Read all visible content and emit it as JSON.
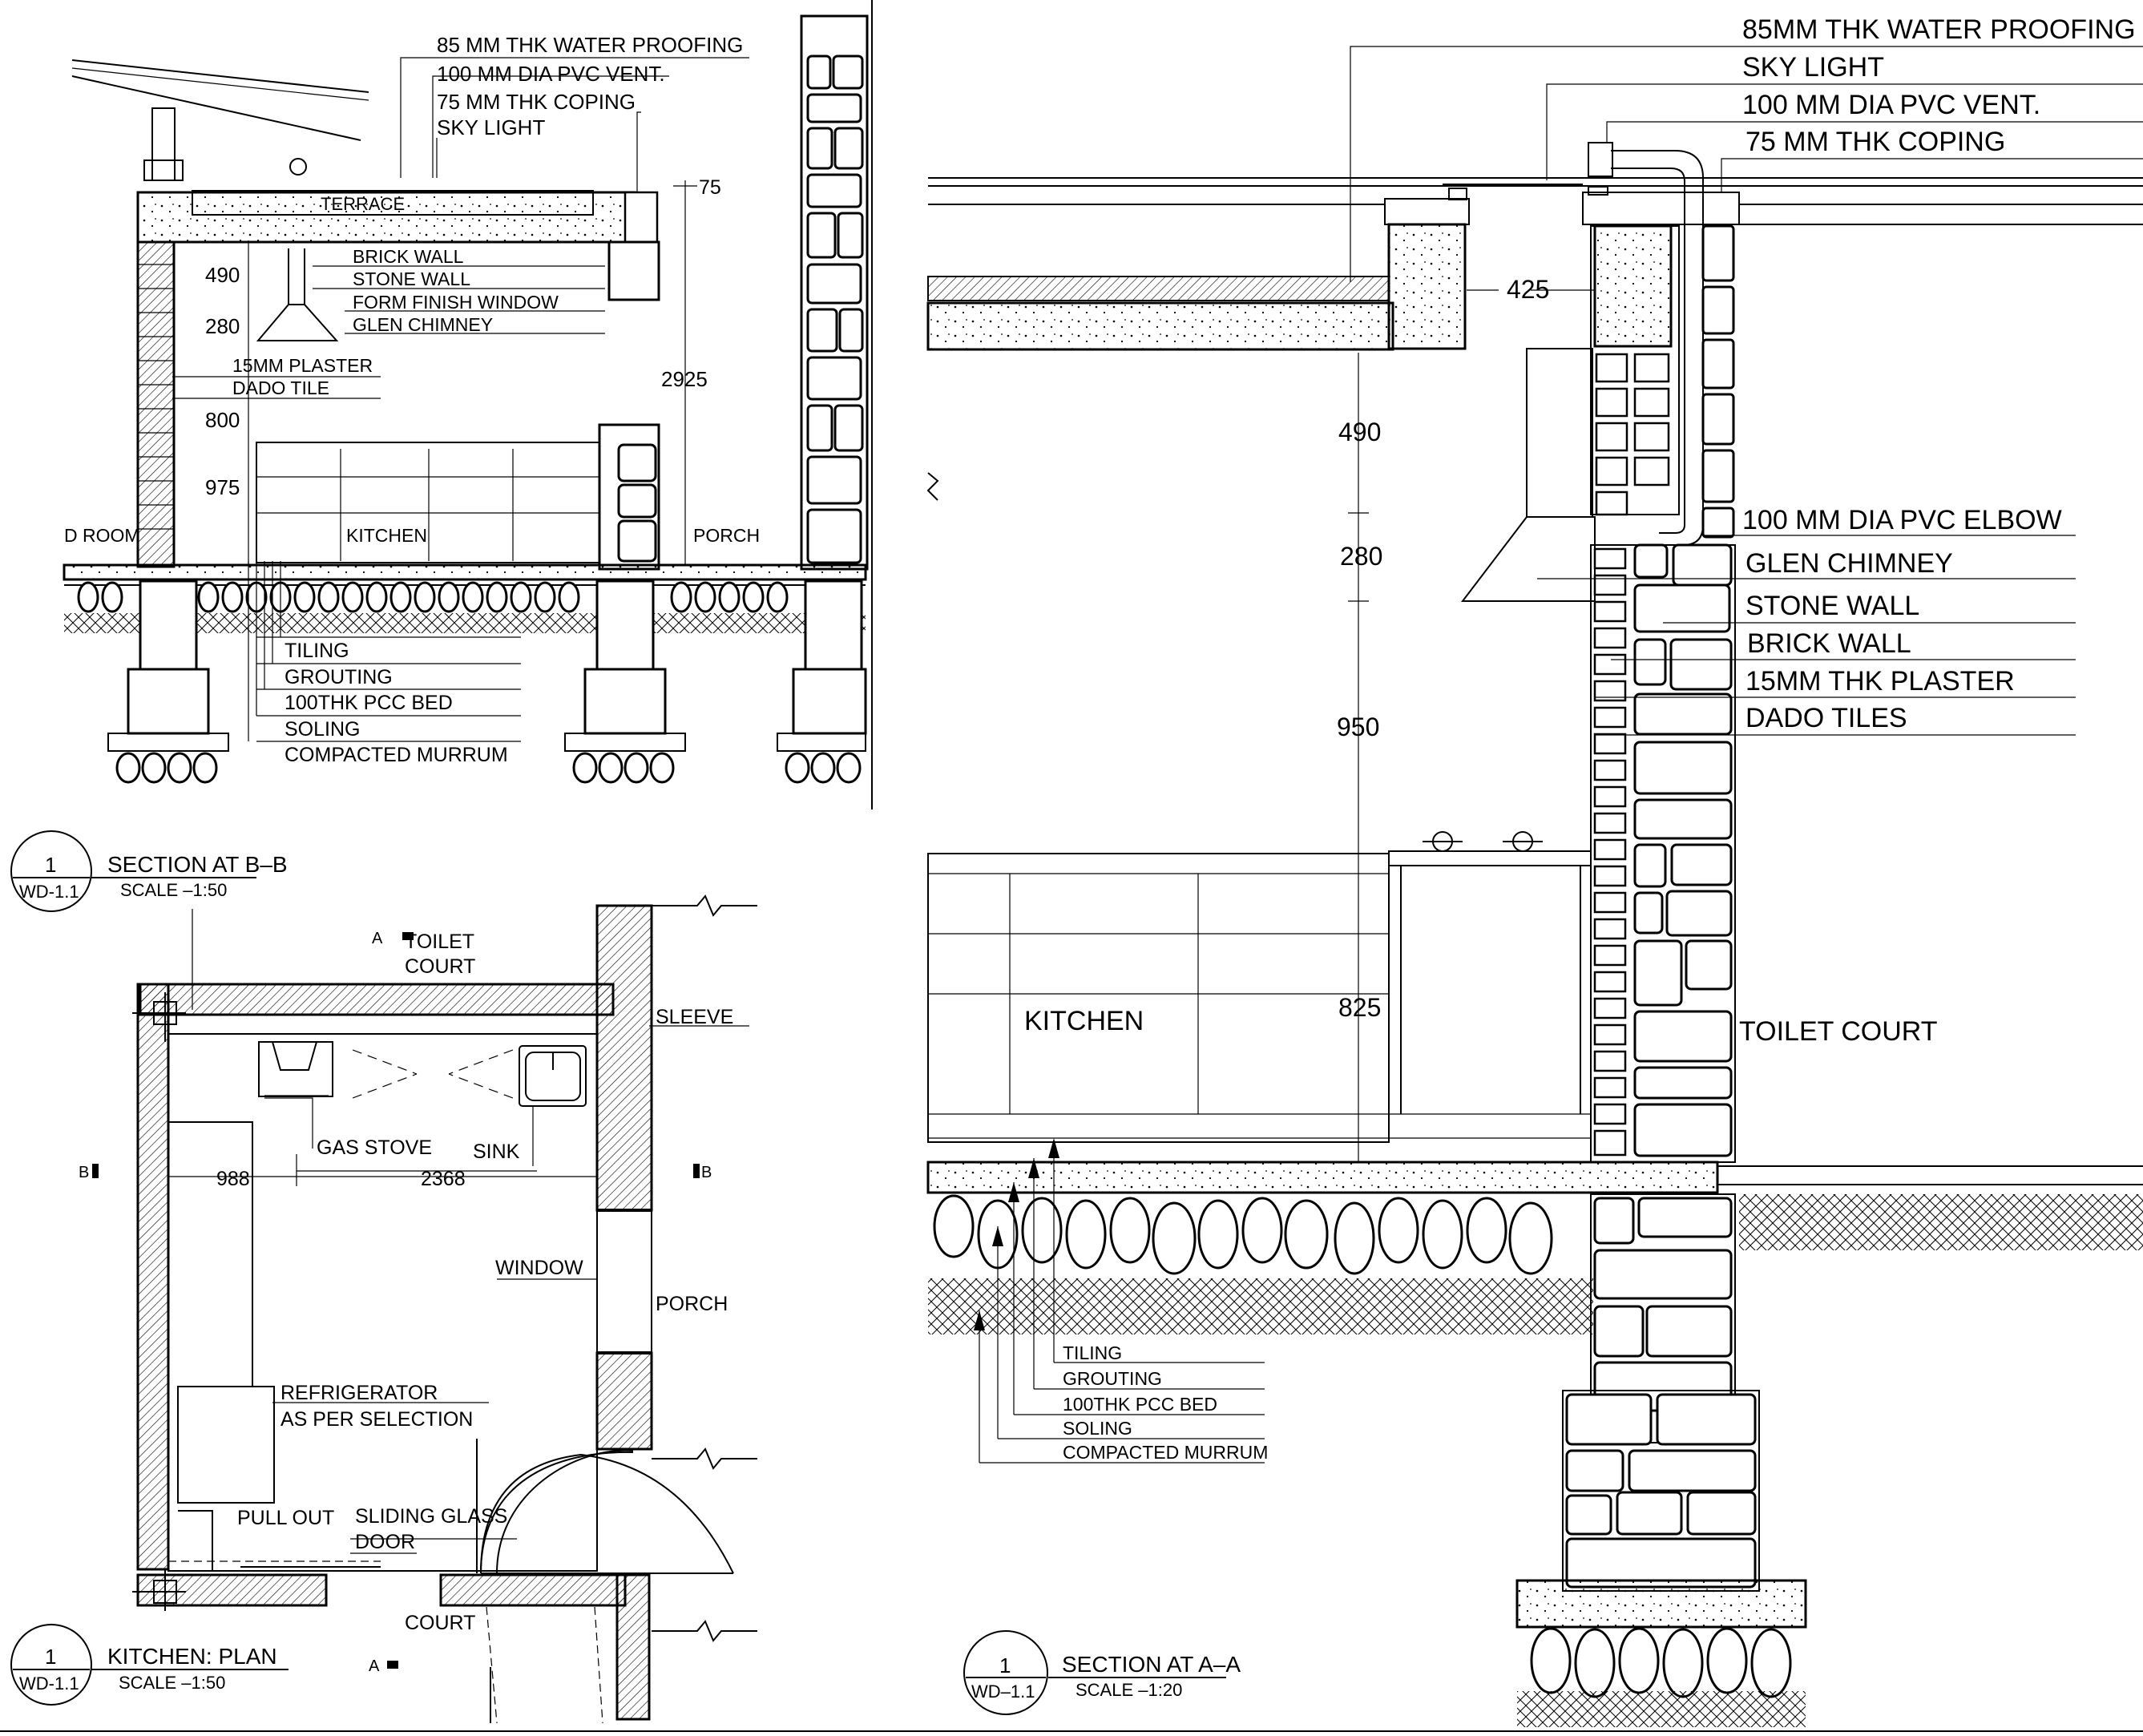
{
  "section_bb": {
    "labels": {
      "waterproofing": "85 MM THK WATER PROOFING",
      "vent": "100 MM DIA PVC VENT.",
      "coping": "75 MM THK COPING",
      "skylight": "SKY LIGHT",
      "terrace": "TERRACE",
      "brick_wall": "BRICK WALL",
      "stone_wall": "STONE WALL",
      "form_window": "FORM FINISH WINDOW",
      "glen_chimney": "GLEN CHIMNEY",
      "plaster": "15MM PLASTER",
      "dado": "DADO TILE",
      "room": "D ROOM",
      "kitchen": "KITCHEN",
      "porch": "PORCH",
      "tiling": "TILING",
      "grouting": "GROUTING",
      "pcc": "100THK PCC BED",
      "soling": "SOLING",
      "murrum": "COMPACTED MURRUM"
    },
    "dims": {
      "d75": "75",
      "d490": "490",
      "d280": "280",
      "d800": "800",
      "d975": "975",
      "d2925": "2925"
    },
    "title": {
      "num": "1",
      "sheet": "WD-1.1",
      "name": "SECTION  AT  B–B",
      "scale": "SCALE  –1:50"
    }
  },
  "plan": {
    "labels": {
      "toilet": "TOILET",
      "court": "COURT",
      "sleeve": "SLEEVE",
      "gas_stove": "GAS STOVE",
      "sink": "SINK",
      "window": "WINDOW",
      "porch": "PORCH",
      "refrigerator": "REFRIGERATOR",
      "as_per": "AS PER SELECTION",
      "pull_out": "PULL OUT",
      "sliding": "SLIDING GLASS",
      "door": "DOOR",
      "court_bottom": "COURT",
      "marker_a": "A",
      "marker_b": "B"
    },
    "dims": {
      "d988": "988",
      "d2368": "2368"
    },
    "title": {
      "num": "1",
      "sheet": "WD-1.1",
      "name": "KITCHEN:  PLAN",
      "scale": "SCALE  –1:50"
    }
  },
  "section_aa": {
    "labels": {
      "waterproofing": "85MM THK WATER PROOFING",
      "skylight": "SKY LIGHT",
      "vent": "100 MM DIA PVC VENT.",
      "coping": "75 MM THK COPING",
      "elbow": "100 MM DIA PVC ELBOW",
      "glen_chimney": "GLEN CHIMNEY",
      "stone_wall": "STONE WALL",
      "brick_wall": "BRICK WALL",
      "plaster": "15MM THK PLASTER",
      "dado": "DADO TILES",
      "toilet_court": "TOILET COURT",
      "kitchen": "KITCHEN",
      "tiling": "TILING",
      "grouting": "GROUTING",
      "pcc": "100THK PCC BED",
      "soling": "SOLING",
      "murrum": "COMPACTED MURRUM"
    },
    "dims": {
      "d425": "425",
      "d490": "490",
      "d280": "280",
      "d950": "950",
      "d825": "825"
    },
    "title": {
      "num": "1",
      "sheet": "WD–1.1",
      "name": "SECTION  AT  A–A",
      "scale": "SCALE  –1:20"
    }
  }
}
